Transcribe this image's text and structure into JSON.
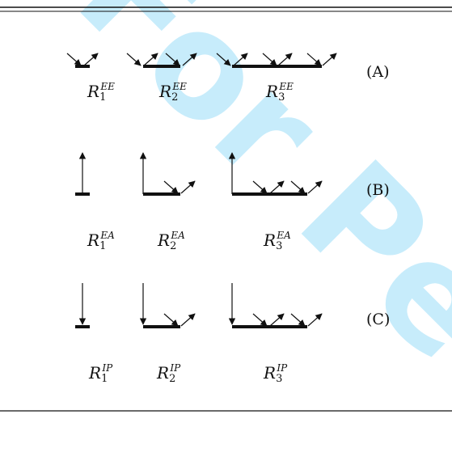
{
  "watermark": "For Pee",
  "watermark_color": "#c7ecfb",
  "rows": [
    {
      "label": "(A)",
      "diagrams": [
        {
          "symbol": "R",
          "index": "1",
          "superscript": "EE"
        },
        {
          "symbol": "R",
          "index": "2",
          "superscript": "EE"
        },
        {
          "symbol": "R",
          "index": "3",
          "superscript": "EE"
        }
      ]
    },
    {
      "label": "(B)",
      "diagrams": [
        {
          "symbol": "R",
          "index": "1",
          "superscript": "EA"
        },
        {
          "symbol": "R",
          "index": "2",
          "superscript": "EA"
        },
        {
          "symbol": "R",
          "index": "3",
          "superscript": "EA"
        }
      ]
    },
    {
      "label": "(C)",
      "diagrams": [
        {
          "symbol": "R",
          "index": "1",
          "superscript": "IP"
        },
        {
          "symbol": "R",
          "index": "2",
          "superscript": "IP"
        },
        {
          "symbol": "R",
          "index": "3",
          "superscript": "IP"
        }
      ]
    }
  ]
}
